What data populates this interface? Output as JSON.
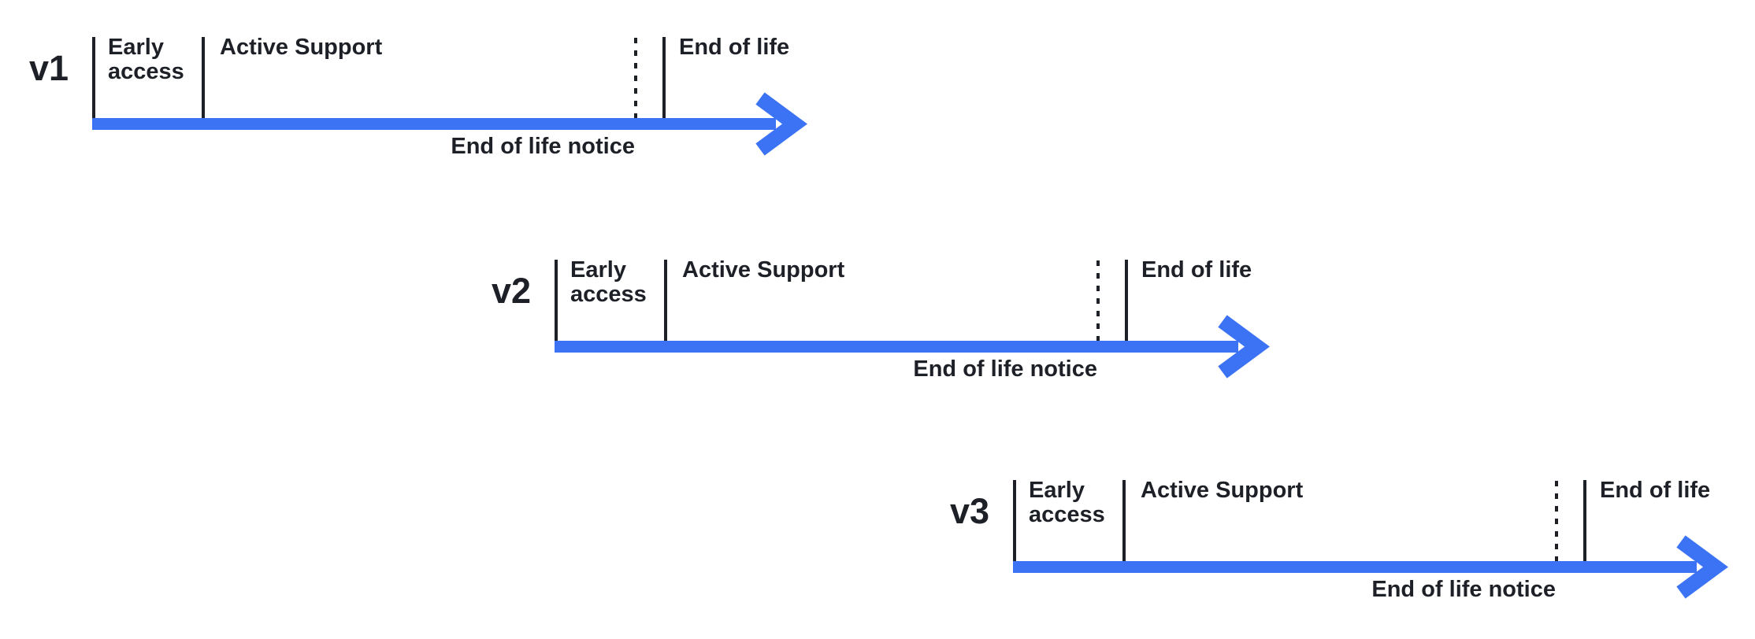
{
  "colors": {
    "arrow_blue": "#3C73F5",
    "text_dark": "#1D2127",
    "background": "#FFFFFF"
  },
  "timelines": [
    {
      "version": "v1",
      "phases": {
        "early_access": "Early access",
        "active_support": "Active Support",
        "end_of_life": "End of life",
        "eol_notice": "End of life notice"
      }
    },
    {
      "version": "v2",
      "phases": {
        "early_access": "Early access",
        "active_support": "Active Support",
        "end_of_life": "End of life",
        "eol_notice": "End of life notice"
      }
    },
    {
      "version": "v3",
      "phases": {
        "early_access": "Early access",
        "active_support": "Active Support",
        "end_of_life": "End of life",
        "eol_notice": "End of life notice"
      }
    }
  ]
}
